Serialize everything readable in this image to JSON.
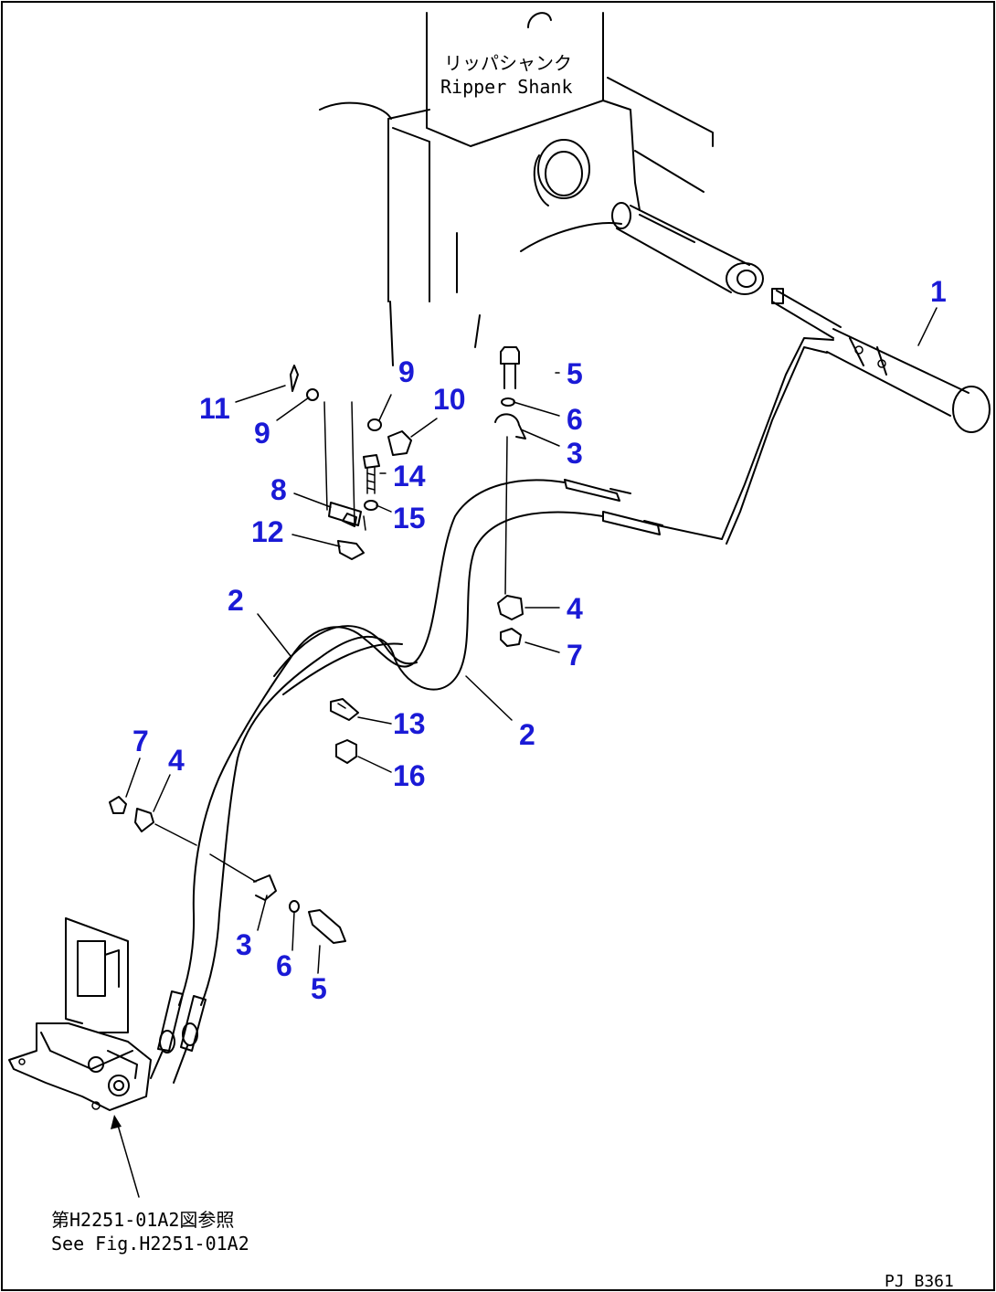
{
  "labels": {
    "shank_jp": "リッパシャンク",
    "shank_en": "Ripper Shank",
    "ref_jp": "第H2251-01A2図参照",
    "ref_en": "See Fig.H2251-01A2",
    "code": "PJ B361"
  },
  "callouts": {
    "c1": "1",
    "c2a": "2",
    "c2b": "2",
    "c3a": "3",
    "c3b": "3",
    "c4a": "4",
    "c4b": "4",
    "c5a": "5",
    "c5b": "5",
    "c6a": "6",
    "c6b": "6",
    "c7a": "7",
    "c7b": "7",
    "c8": "8",
    "c9a": "9",
    "c9b": "9",
    "c10": "10",
    "c11": "11",
    "c12": "12",
    "c13": "13",
    "c14": "14",
    "c15": "15",
    "c16": "16"
  }
}
